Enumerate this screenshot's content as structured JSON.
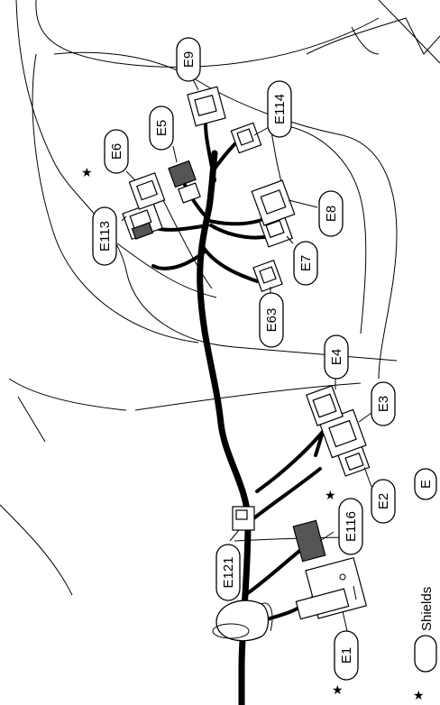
{
  "connectors": [
    {
      "id": "E1",
      "label": "E1",
      "starred": true
    },
    {
      "id": "E116",
      "label": "E116",
      "starred": false
    },
    {
      "id": "E121",
      "label": "E121",
      "starred": false
    },
    {
      "id": "E2",
      "label": "E2",
      "starred": true
    },
    {
      "id": "E3",
      "label": "E3",
      "starred": false
    },
    {
      "id": "E4",
      "label": "E4",
      "starred": false
    },
    {
      "id": "E63",
      "label": "E63",
      "starred": false
    },
    {
      "id": "E7",
      "label": "E7",
      "starred": false
    },
    {
      "id": "E8",
      "label": "E8",
      "starred": false
    },
    {
      "id": "E113",
      "label": "E113",
      "starred": false
    },
    {
      "id": "E6",
      "label": "E6",
      "starred": true
    },
    {
      "id": "E5",
      "label": "E5",
      "starred": false
    },
    {
      "id": "E9",
      "label": "E9",
      "starred": false
    },
    {
      "id": "E114",
      "label": "E114",
      "starred": false
    }
  ],
  "legend": {
    "star_symbol": "★",
    "text": "Shields",
    "box_label": "E"
  }
}
